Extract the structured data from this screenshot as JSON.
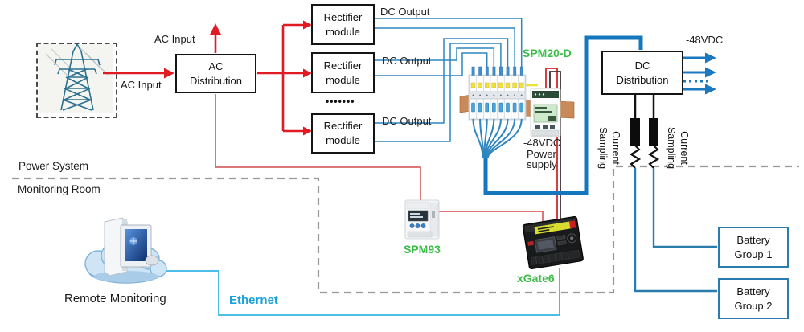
{
  "regions": {
    "power_system": "Power System",
    "monitoring_room": "Monitoring Room"
  },
  "labels": {
    "ac_input": "AC Input",
    "dc_output": "DC Output",
    "neg48vdc_output": "-48VDC",
    "current_sampling_line1": "Current",
    "current_sampling_line2": "Sampling",
    "ethernet": "Ethernet",
    "remote_monitoring": "Remote Monitoring",
    "rectifier_ellipsis": "•••••••"
  },
  "boxes": {
    "ac_distribution": {
      "line1": "AC",
      "line2": "Distribution"
    },
    "rectifier_module": {
      "line1": "Rectifier",
      "line2": "module"
    },
    "dc_distribution": {
      "line1": "DC",
      "line2": "Distribution"
    },
    "battery_group_1": {
      "line1": "Battery",
      "line2": "Group 1"
    },
    "battery_group_2": {
      "line1": "Battery",
      "line2": "Group 2"
    }
  },
  "devices": {
    "spm20d": "SPM20-D",
    "spm93": "SPM93",
    "xgate6": "xGate6",
    "psu_line1": "-48VDC",
    "psu_line2": "Power",
    "psu_line3": "supply"
  },
  "colors": {
    "power_red": "#e01b24",
    "monitor_red": "#d14b4b",
    "dc_wire_blue": "#2f86c0",
    "dc_bus_blue": "#1477bd",
    "arrow_blue": "#1c79c0",
    "battery_blue": "#2b7cae",
    "ethernet_cyan": "#35b4e5",
    "label_green": "#3cbc49",
    "boundary_gray": "#999999",
    "wire_yellow": "#ece42e"
  }
}
